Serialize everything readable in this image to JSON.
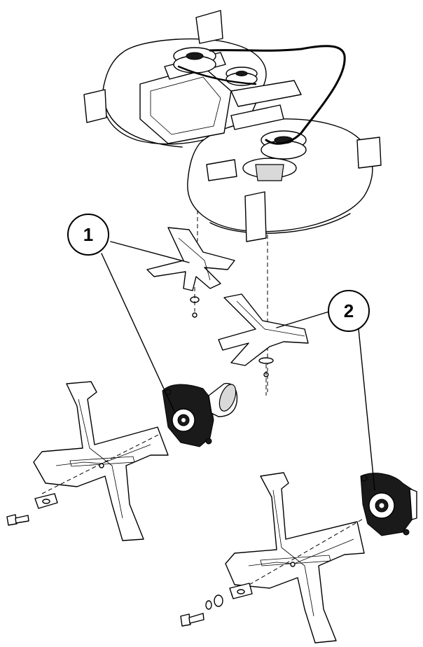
{
  "callouts": [
    {
      "id": "1",
      "label": "1",
      "part": "spindle-assembly"
    },
    {
      "id": "2",
      "label": "2",
      "part": "spindle-assembly"
    }
  ],
  "parts": {
    "deck": "mower-deck",
    "belt": "drive-belt",
    "blade_left": "cutting-blade",
    "blade_right": "cutting-blade",
    "spindle_left": "spindle-housing",
    "spindle_right": "spindle-housing",
    "hardware_left": "bolt-washer-adapter",
    "hardware_right": "bolt-washer-adapter"
  },
  "colors": {
    "line": "#000000",
    "background": "#ffffff",
    "shade": "#d9d9d9"
  }
}
